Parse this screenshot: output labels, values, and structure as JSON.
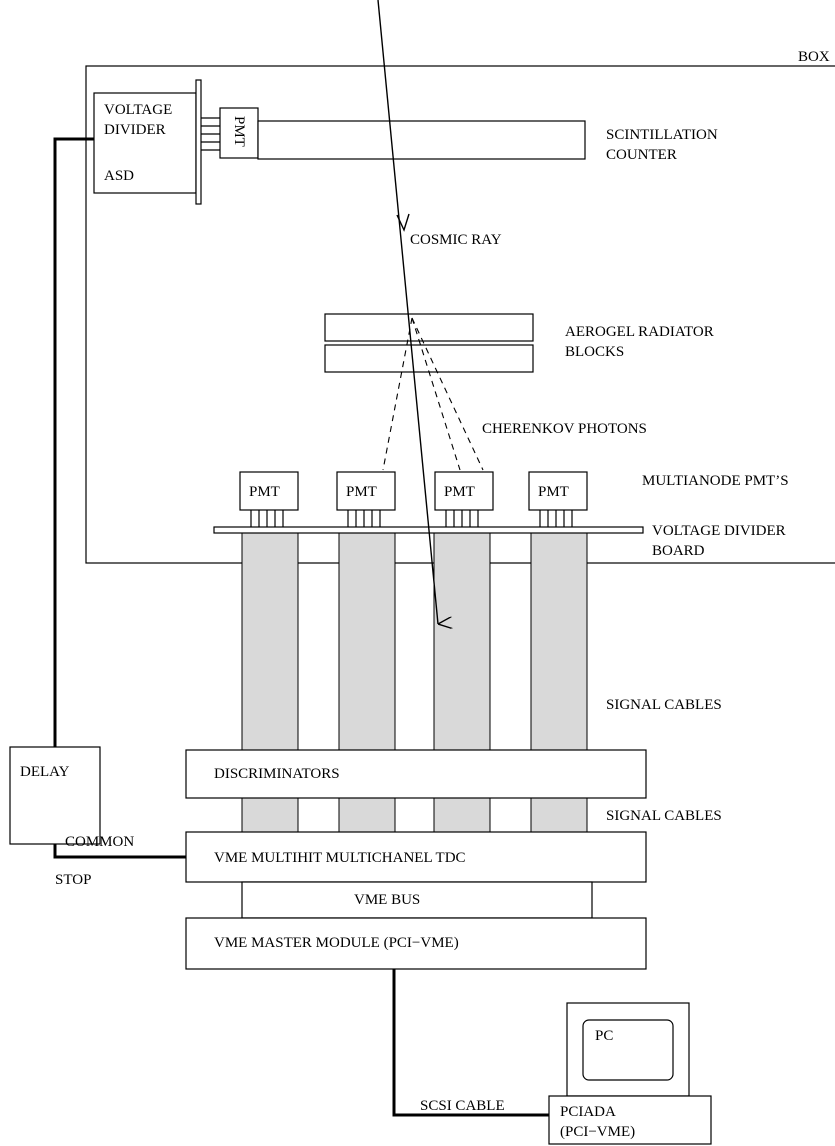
{
  "labels": {
    "box": "BOX",
    "voltage": "VOLTAGE",
    "divider": "DIVIDER",
    "asd": "ASD",
    "pmt": "PMT",
    "scintillation": "SCINTILLATION",
    "counter": "COUNTER",
    "cosmic_ray": "COSMIC RAY",
    "aerogel_radiator": "AEROGEL RADIATOR",
    "blocks": "BLOCKS",
    "cherenkov_photons": "CHERENKOV PHOTONS",
    "multianode_pmts": "MULTIANODE PMT’S",
    "voltage_divider": "VOLTAGE DIVIDER",
    "board": "BOARD",
    "signal_cables": "SIGNAL CABLES",
    "delay": "DELAY",
    "discriminators": "DISCRIMINATORS",
    "common": "COMMON",
    "stop": "STOP",
    "tdc": "VME MULTIHIT MULTICHANEL TDC",
    "vme_bus": "VME BUS",
    "vme_master": "VME MASTER MODULE (PCI−VME)",
    "pc": "PC",
    "scsi_cable": "SCSI CABLE",
    "pciada": "PCIADA",
    "pci_vme": "(PCI−VME)"
  },
  "colors": {
    "stroke": "#000000",
    "cable_fill": "#d9d9d9"
  }
}
